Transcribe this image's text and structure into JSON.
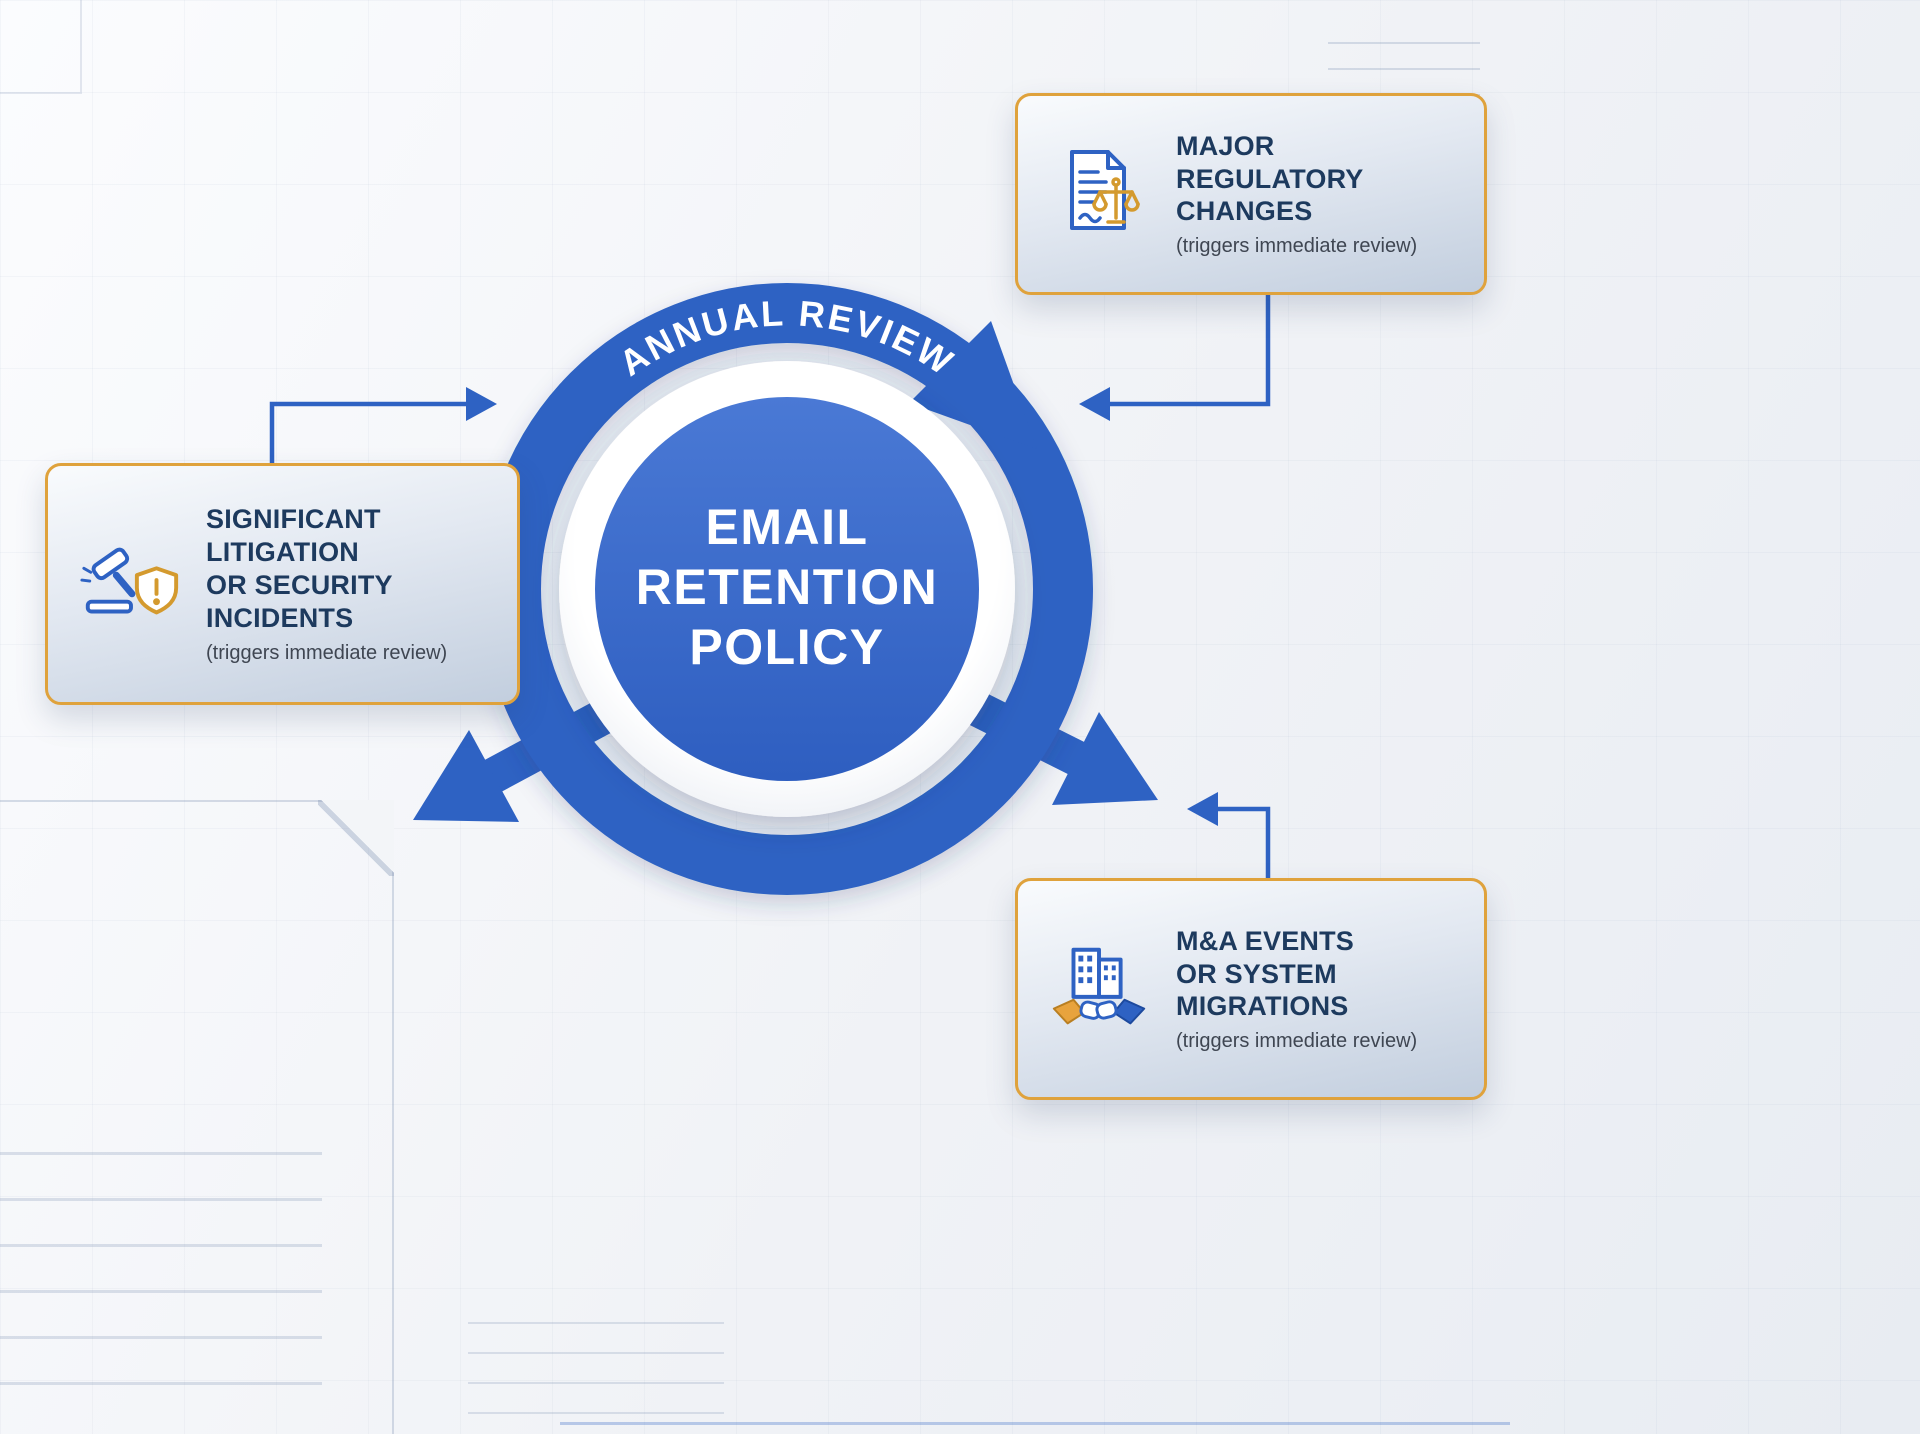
{
  "colors": {
    "primary_blue": "#2e62c3",
    "center_circle_blue": "#3a6ac6",
    "navy_title_text": "#1d3a5e",
    "gold_border": "#dfa23c",
    "gold_icon": "#d49a2e",
    "subtitle_text": "#3f4652",
    "background": "#f3f5f8"
  },
  "center": {
    "ring_label": "ANNUAL REVIEW",
    "title_lines": [
      "EMAIL",
      "RETENTION",
      "POLICY"
    ]
  },
  "callouts": {
    "regulatory": {
      "icon": "document-scales-icon",
      "title_lines": [
        "MAJOR",
        "REGULATORY",
        "CHANGES"
      ],
      "subtitle": "(triggers immediate review)"
    },
    "litigation": {
      "icon": "gavel-shield-icon",
      "title_lines": [
        "SIGNIFICANT",
        "LITIGATION",
        "OR SECURITY",
        "INCIDENTS"
      ],
      "subtitle": "(triggers immediate review)"
    },
    "ma": {
      "icon": "buildings-handshake-icon",
      "title_lines": [
        "M&A EVENTS",
        "OR SYSTEM",
        "MIGRATIONS"
      ],
      "subtitle": "(triggers immediate review)"
    }
  }
}
